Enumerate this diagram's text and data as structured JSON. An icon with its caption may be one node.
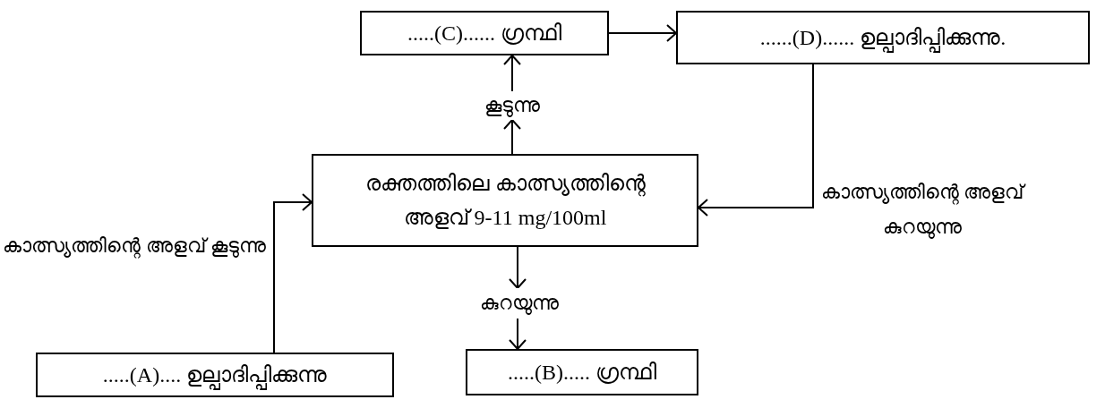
{
  "diagram": {
    "nodes": [
      {
        "text": [
          ".....(C)...... ഗ്രന്ഥി"
        ]
      },
      {
        "text": [
          "......(D)...... ഉല്പാദിപ്പിക്കുന്നു."
        ]
      },
      {
        "text": [
          "രക്തത്തിലെ കാത്സ്യത്തിന്റെ അളവ് 9-11 mg/100ml"
        ]
      },
      {
        "text": [
          ".....(A).... ഉല്പാദിപ്പിക്കുന്നു"
        ]
      },
      {
        "text": [
          ".....(B)..... ഗ്രന്ഥി"
        ]
      },
      {
        "text": [
          "കൂടുന്നു"
        ]
      },
      {
        "text": [
          "കുറയുന്നു"
        ]
      }
    ],
    "edges": [
      {
        "from": 2,
        "to": 5,
        "arrow": "to"
      },
      {
        "from": 5,
        "to": 0,
        "arrow": "to"
      },
      {
        "from": 0,
        "to": 1,
        "arrow": "to"
      },
      {
        "from": 1,
        "to": 2,
        "arrow": "to",
        "label": "കാത്സ്യത്തിന്റെ അളവ് കുറയുന്നു"
      },
      {
        "from": 3,
        "to": 2,
        "arrow": "to",
        "label": "കാത്സ്യത്തിന്റെ അളവ് കൂടുന്നു"
      },
      {
        "from": 2,
        "to": 6,
        "arrow": "to"
      },
      {
        "from": 6,
        "to": 4,
        "arrow": "to"
      }
    ]
  }
}
